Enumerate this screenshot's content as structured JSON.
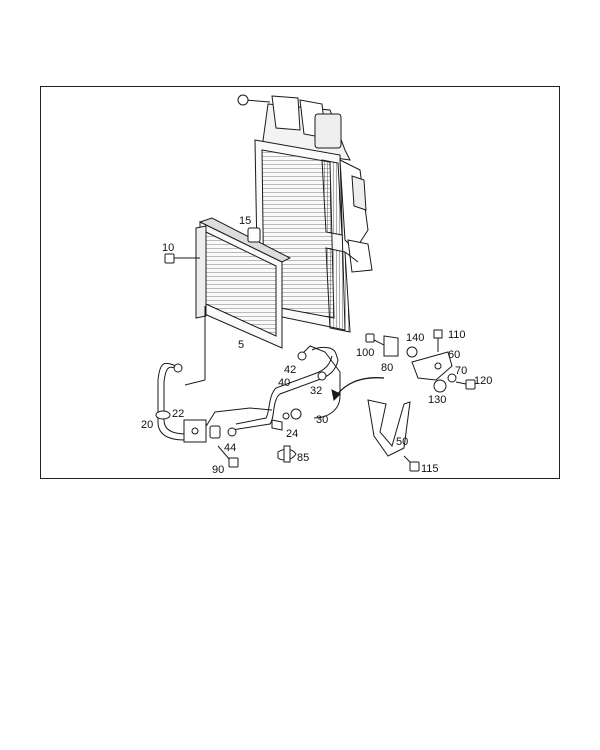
{
  "diagram": {
    "colors": {
      "line": "#1a1a1a",
      "fill": "#ffffff",
      "hatch": "#555555",
      "frame": "#222222"
    },
    "part_labels": [
      {
        "id": "p5",
        "text": "5"
      },
      {
        "id": "p10",
        "text": "10"
      },
      {
        "id": "p15",
        "text": "15"
      },
      {
        "id": "p20",
        "text": "20"
      },
      {
        "id": "p22",
        "text": "22"
      },
      {
        "id": "p24",
        "text": "24"
      },
      {
        "id": "p30",
        "text": "30"
      },
      {
        "id": "p32",
        "text": "32"
      },
      {
        "id": "p40",
        "text": "40"
      },
      {
        "id": "p42",
        "text": "42"
      },
      {
        "id": "p44",
        "text": "44"
      },
      {
        "id": "p50",
        "text": "50"
      },
      {
        "id": "p60",
        "text": "60"
      },
      {
        "id": "p70",
        "text": "70"
      },
      {
        "id": "p80",
        "text": "80"
      },
      {
        "id": "p85",
        "text": "85"
      },
      {
        "id": "p90",
        "text": "90"
      },
      {
        "id": "p100",
        "text": "100"
      },
      {
        "id": "p110",
        "text": "110"
      },
      {
        "id": "p115",
        "text": "115"
      },
      {
        "id": "p120",
        "text": "120"
      },
      {
        "id": "p130",
        "text": "130"
      },
      {
        "id": "p140",
        "text": "140"
      }
    ]
  }
}
